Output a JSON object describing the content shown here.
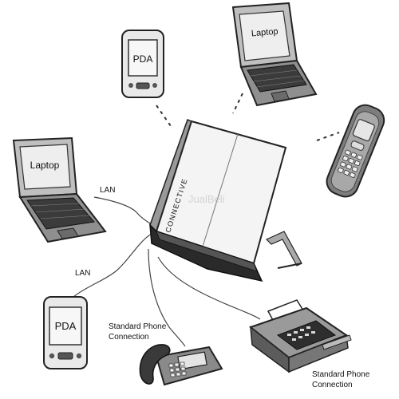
{
  "devices": {
    "pda_top": {
      "label": "PDA"
    },
    "laptop_top": {
      "label": "Laptop"
    },
    "laptop_left": {
      "label": "Laptop"
    },
    "pda_bottom": {
      "label": "PDA"
    },
    "router": {
      "brand": "CONNECTIVE"
    }
  },
  "connections": {
    "lan_1": "LAN",
    "lan_2": "LAN",
    "phone_line_1": [
      "Standard Phone",
      "Connection"
    ],
    "phone_line_2": [
      "Standard Phone",
      "Connection"
    ]
  },
  "watermark": "JualBeli"
}
